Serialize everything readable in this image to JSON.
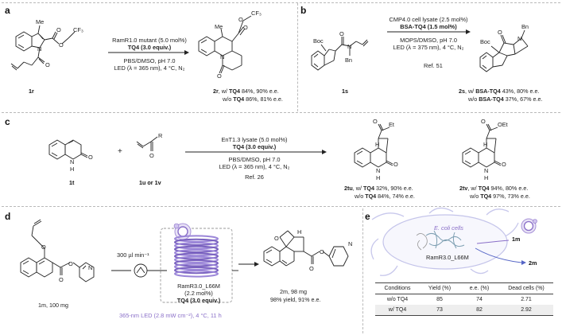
{
  "panels": {
    "a": {
      "letter": "a",
      "substrate_label": "1r",
      "substrate_text": {
        "me": "Me",
        "cf3": "CF₃"
      },
      "conditions": [
        "RamR1.0 mutant (5.0 mol%)",
        "TQ4 (3.0 equiv.)",
        "PBS/DMSO, pH 7.0",
        "LED (λ = 365 nm), 4 °C, N₂"
      ],
      "product_text": {
        "me": "Me",
        "cf3": "CF₃"
      },
      "results": [
        {
          "prefix": "2r",
          "mid": ", w/ ",
          "reagent": "TQ4",
          "tail": " 84%, 90% e.e."
        },
        {
          "prefix": "",
          "mid": "w/o ",
          "reagent": "TQ4",
          "tail": " 86%, 81% e.e."
        }
      ]
    },
    "b": {
      "letter": "b",
      "substrate_label": "1s",
      "substrate_text": {
        "boc": "Boc",
        "bn": "Bn"
      },
      "conditions": [
        "CMP4.0 cell lysate (2.5 mol%)",
        "BSA-TQ4 (1.5 mol%)",
        "MOPS/DMSO, pH 7.0",
        "LED (λ = 375 nm), 4 °C, N₂"
      ],
      "ref": "Ref. 51",
      "product_text": {
        "boc": "Boc",
        "bn": "Bn"
      },
      "results": [
        {
          "prefix": "2s",
          "mid": ", w/ ",
          "reagent": "BSA-TQ4",
          "tail": " 43%, 80% e.e."
        },
        {
          "prefix": "",
          "mid": "w/o ",
          "reagent": "BSA-TQ4",
          "tail": " 37%, 67% e.e."
        }
      ]
    },
    "c": {
      "letter": "c",
      "sm1_label": "1t",
      "sm2_label": "1u or 1v",
      "plus": "+",
      "conditions": [
        "EnT1.3 lysate (5.0 mol%)",
        "TQ4 (3.0 equiv.)",
        "PBS/DMSO, pH 7.0",
        "LED (λ = 365 nm), 4 °C, N₂",
        "Ref. 26"
      ],
      "results_tu": [
        {
          "prefix": "2tu",
          "mid": ", w/ ",
          "reagent": "TQ4",
          "tail": " 32%, 90% e.e."
        },
        {
          "prefix": "",
          "mid": "w/o ",
          "reagent": "TQ4",
          "tail": " 84%, 74% e.e."
        }
      ],
      "results_tv": [
        {
          "prefix": "2tv",
          "mid": ", w/ ",
          "reagent": "TQ4",
          "tail": " 94%, 80% e.e."
        },
        {
          "prefix": "",
          "mid": "w/o ",
          "reagent": "TQ4",
          "tail": " 97%, 73% e.e."
        }
      ]
    },
    "d": {
      "letter": "d",
      "flow": "300 µl min⁻¹",
      "catalyst": [
        "RamR3.0_L66M",
        "(2.2 mol%)",
        "TQ4 (3.0 equiv.)"
      ],
      "substrate": "1m, 100 mg",
      "product": [
        "2m, 98 mg",
        "98% yield, 91% e.e."
      ],
      "led": "365-nm LED (2.8 mW cm⁻²), 4 °C, 11 h"
    },
    "e": {
      "letter": "e",
      "cells_label": "E. coli cells",
      "protein_label": "RamR3.0_L66M",
      "in_label": "1m",
      "out_label": "2m",
      "table": {
        "headers": [
          "Conditions",
          "Yield (%)",
          "e.e. (%)",
          "Dead cells (%)"
        ],
        "rows": [
          [
            "w/o TQ4",
            "85",
            "74",
            "2.71"
          ],
          [
            "w/ TQ4",
            "73",
            "82",
            "2.92"
          ]
        ]
      }
    }
  }
}
